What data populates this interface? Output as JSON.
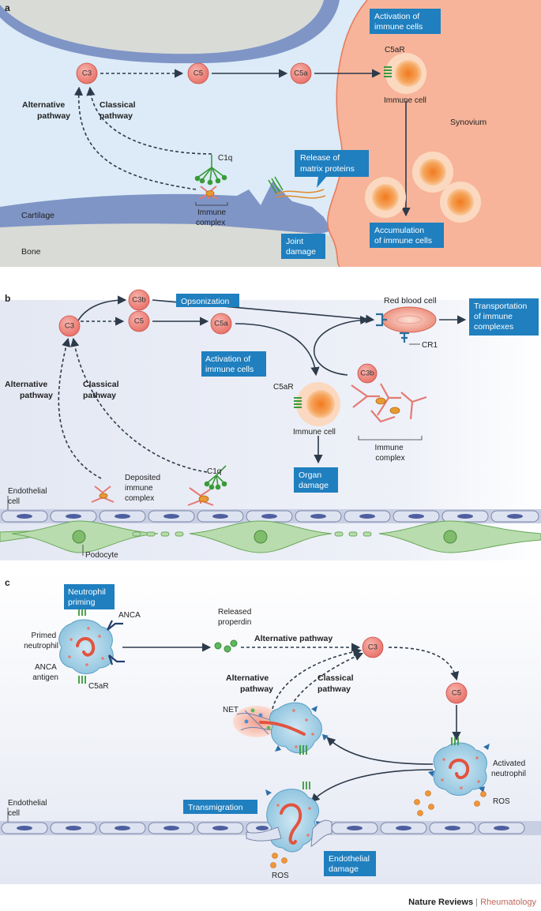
{
  "panel_a": {
    "letter": "a",
    "nodes": {
      "c3": "C3",
      "c5": "C5",
      "c5a": "C5a"
    },
    "boxes": {
      "activation": [
        "Activation of",
        "immune cells"
      ],
      "release": [
        "Release of",
        "matrix proteins"
      ],
      "accumulation": [
        "Accumulation",
        "of immune cells"
      ],
      "joint": [
        "Joint",
        "damage"
      ]
    },
    "labels": {
      "alternative": [
        "Alternative",
        "pathway"
      ],
      "classical": [
        "Classical",
        "pathway"
      ],
      "c5ar": "C5aR",
      "immune_cell": "Immune cell",
      "synovium": "Synovium",
      "c1q": "C1q",
      "immune_complex": [
        "Immune",
        "complex"
      ],
      "cartilage": "Cartilage",
      "bone": "Bone"
    }
  },
  "panel_b": {
    "letter": "b",
    "nodes": {
      "c3": "C3",
      "c3b": "C3b",
      "c5": "C5",
      "c5a": "C5a",
      "c3b_2": "C3b"
    },
    "boxes": {
      "opsonization": [
        "Opsonization"
      ],
      "transport": [
        "Transportation",
        "of immune",
        "complexes"
      ],
      "activation": [
        "Activation of",
        "immune cells"
      ],
      "organ": [
        "Organ",
        "damage"
      ]
    },
    "labels": {
      "rbc": "Red blood cell",
      "cr1": "CR1",
      "alternative": [
        "Alternative",
        "pathway"
      ],
      "classical": [
        "Classical",
        "pathway"
      ],
      "c5ar": "C5aR",
      "immune_cell": "Immune cell",
      "immune_complex": [
        "Immune",
        "complex"
      ],
      "deposited": [
        "Deposited",
        "immune",
        "complex"
      ],
      "c1q": "C1q",
      "endothelial": [
        "Endothelial",
        "cell"
      ],
      "podocyte": "Podocyte"
    }
  },
  "panel_c": {
    "letter": "c",
    "nodes": {
      "c3": "C3",
      "c5": "C5"
    },
    "boxes": {
      "priming": [
        "Neutrophil",
        "priming"
      ],
      "transmigration": [
        "Transmigration"
      ],
      "endo_damage": [
        "Endothelial",
        "damage"
      ]
    },
    "labels": {
      "anca": "ANCA",
      "primed": [
        "Primed",
        "neutrophil"
      ],
      "anca_antigen": [
        "ANCA",
        "antigen"
      ],
      "c5ar": "C5aR",
      "released": [
        "Released",
        "properdin"
      ],
      "alt_top": "Alternative pathway",
      "alternative": [
        "Alternative",
        "pathway"
      ],
      "classical": [
        "Classical",
        "pathway"
      ],
      "net": "NET",
      "activated": [
        "Activated",
        "neutrophil"
      ],
      "ros1": "ROS",
      "ros2": "ROS",
      "endothelial": [
        "Endothelial",
        "cell"
      ]
    }
  },
  "footer": {
    "journal": "Nature Reviews",
    "sep": " | ",
    "subject": "Rheumatology"
  },
  "colors": {
    "box_blue": "#1f7fbf",
    "node_fill": "#f08a82",
    "synovium": "#f7b49a",
    "fluid": "#dcebf7",
    "bone_gray": "#d9dbd6",
    "cartilage": "#7f95c6",
    "arrow": "#2c3a4a",
    "footer_accent": "#c0675a"
  }
}
